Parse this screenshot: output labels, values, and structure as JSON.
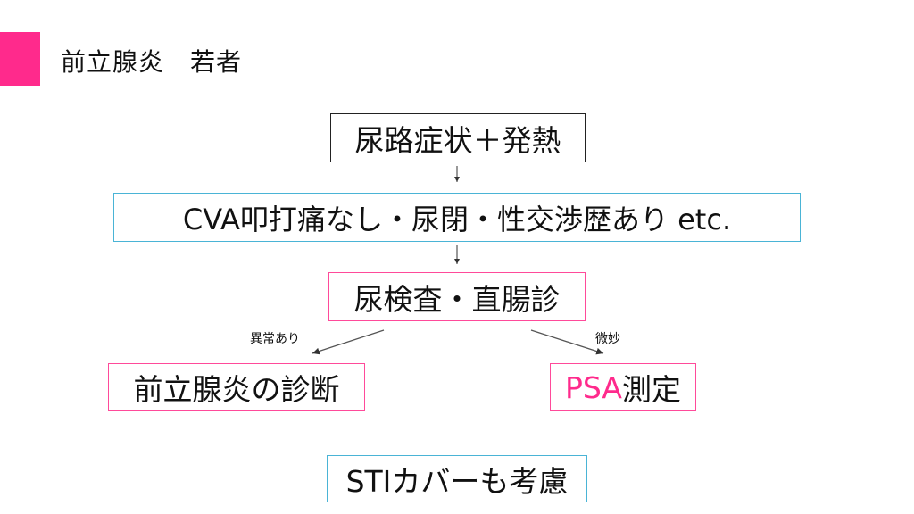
{
  "title": "前立腺炎　若者",
  "nodes": {
    "symptoms": "尿路症状＋発熱",
    "findings": "CVA叩打痛なし・尿閉・性交渉歴あり etc.",
    "tests": "尿検査・直腸診",
    "diagnosis": "前立腺炎の診断",
    "psa_prefix": "PSA",
    "psa_suffix": "測定",
    "sti": "STIカバーも考慮"
  },
  "edges": {
    "abnormal": "異常あり",
    "borderline": "微妙"
  },
  "colors": {
    "accent": "#ff2a8c",
    "blue": "#4ab4d6",
    "pink": "#ff4a9a"
  }
}
